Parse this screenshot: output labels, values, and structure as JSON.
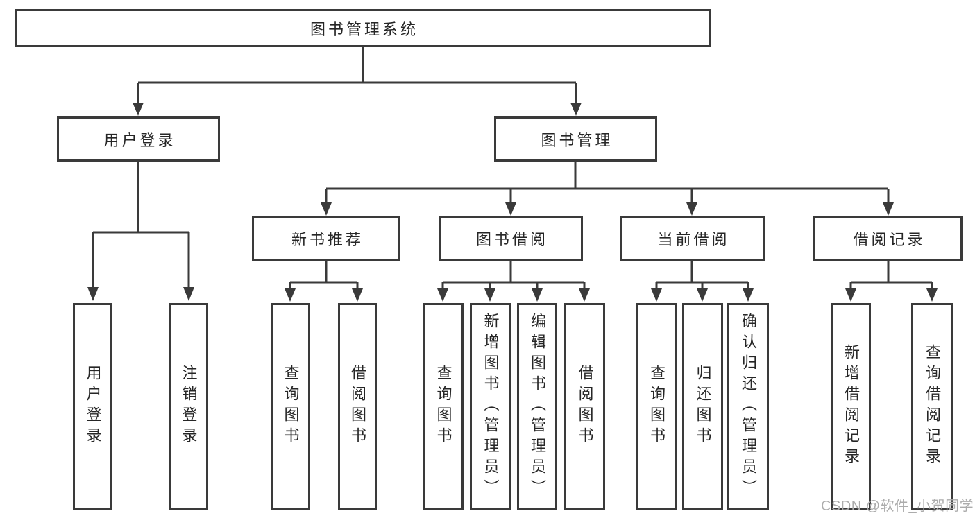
{
  "diagram": {
    "title": "图书管理系统",
    "root": {
      "label": "图书管理系统"
    },
    "level2": [
      {
        "label": "用户登录"
      },
      {
        "label": "图书管理"
      }
    ],
    "level3": [
      {
        "label": "新书推荐"
      },
      {
        "label": "图书借阅"
      },
      {
        "label": "当前借阅"
      },
      {
        "label": "借阅记录"
      }
    ],
    "leaves": [
      {
        "label": "用户登录",
        "parent": "用户登录"
      },
      {
        "label": "注销登录",
        "parent": "用户登录"
      },
      {
        "label": "查询图书",
        "parent": "新书推荐"
      },
      {
        "label": "借阅图书",
        "parent": "新书推荐"
      },
      {
        "label": "查询图书",
        "parent": "图书借阅"
      },
      {
        "label": "新增图书（管理员）",
        "parent": "图书借阅"
      },
      {
        "label": "编辑图书（管理员）",
        "parent": "图书借阅"
      },
      {
        "label": "借阅图书",
        "parent": "图书借阅"
      },
      {
        "label": "查询图书",
        "parent": "当前借阅"
      },
      {
        "label": "归还图书",
        "parent": "当前借阅"
      },
      {
        "label": "确认归还（管理员）",
        "parent": "当前借阅"
      },
      {
        "label": "新增借阅记录",
        "parent": "借阅记录"
      },
      {
        "label": "查询借阅记录",
        "parent": "借阅记录"
      }
    ]
  },
  "watermark": {
    "text": "CSDN @软件_小贺同学"
  },
  "colors": {
    "line": "#3a3a3a",
    "text": "#262626",
    "box_background": "#ffffff",
    "watermark": "#acacac"
  }
}
